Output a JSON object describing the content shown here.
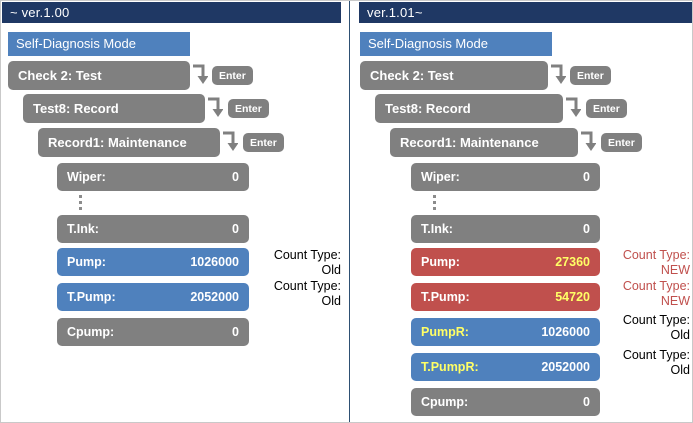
{
  "left": {
    "version_label": "~ ver.1.00",
    "mode_label": "Self-Diagnosis Mode",
    "steps": [
      {
        "label": "Check  2:  Test",
        "enter": "Enter"
      },
      {
        "label": "Test8: Record",
        "enter": "Enter"
      },
      {
        "label": "Record1: Maintenance",
        "enter": "Enter"
      }
    ],
    "rows": [
      {
        "label": "Wiper:",
        "value": "0",
        "style": "gray"
      },
      {
        "label": "T.Ink:",
        "value": "0",
        "style": "gray"
      },
      {
        "label": "Pump:",
        "value": "1026000",
        "style": "blue"
      },
      {
        "label": "T.Pump:",
        "value": "2052000",
        "style": "blue"
      },
      {
        "label": "Cpump:",
        "value": "0",
        "style": "gray"
      }
    ],
    "annotations": [
      {
        "title": "Count Type:",
        "value": "Old",
        "kind": "old"
      },
      {
        "title": "Count Type:",
        "value": "Old",
        "kind": "old"
      }
    ]
  },
  "right": {
    "version_label": "ver.1.01~",
    "mode_label": "Self-Diagnosis Mode",
    "steps": [
      {
        "label": "Check  2:  Test",
        "enter": "Enter"
      },
      {
        "label": "Test8: Record",
        "enter": "Enter"
      },
      {
        "label": "Record1: Maintenance",
        "enter": "Enter"
      }
    ],
    "rows": [
      {
        "label": "Wiper:",
        "value": "0",
        "style": "gray"
      },
      {
        "label": "T.Ink:",
        "value": "0",
        "style": "gray"
      },
      {
        "label": "Pump:",
        "value": "27360",
        "style": "red"
      },
      {
        "label": "T.Pump:",
        "value": "54720",
        "style": "red"
      },
      {
        "label": "PumpR:",
        "value": "1026000",
        "style": "blue-yellow-label"
      },
      {
        "label": "T.PumpR:",
        "value": "2052000",
        "style": "blue-yellow-label"
      },
      {
        "label": "Cpump:",
        "value": "0",
        "style": "gray"
      }
    ],
    "annotations": [
      {
        "title": "Count Type:",
        "value": "NEW",
        "kind": "new"
      },
      {
        "title": "Count Type:",
        "value": "NEW",
        "kind": "new"
      },
      {
        "title": "Count Type:",
        "value": "Old",
        "kind": "old"
      },
      {
        "title": "Count Type:",
        "value": "Old",
        "kind": "old"
      }
    ]
  },
  "colors": {
    "header_navy": "#1F3864",
    "mode_blue": "#4F81BD",
    "box_gray": "#808080",
    "box_blue": "#4F81BD",
    "box_red": "#C0504D",
    "value_yellow": "#FFFF66",
    "annotation_new": "#C0504D",
    "annotation_old": "#000000"
  },
  "icons": {
    "elbow_arrow": "elbow-arrow-down-icon",
    "ellipsis": "vertical-ellipsis-icon"
  }
}
